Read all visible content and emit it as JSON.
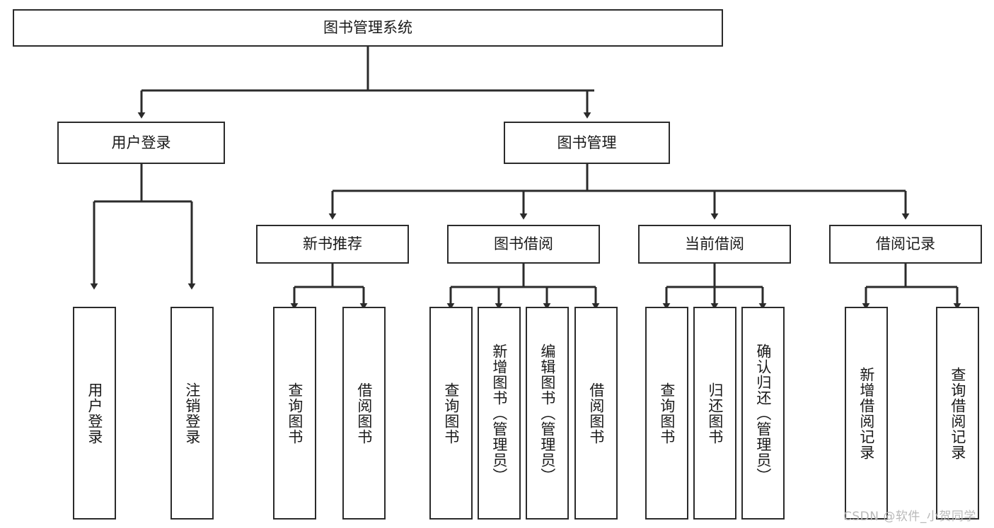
{
  "diagram": {
    "title": "图书管理系统",
    "type": "hierarchy-tree",
    "levels": {
      "root": {
        "label": "图书管理系统"
      },
      "level2": [
        {
          "id": "user-login",
          "label": "用户登录"
        },
        {
          "id": "book-management",
          "label": "图书管理"
        }
      ],
      "level3": [
        {
          "id": "new-book-recommend",
          "label": "新书推荐",
          "parent": "book-management"
        },
        {
          "id": "book-borrow",
          "label": "图书借阅",
          "parent": "book-management"
        },
        {
          "id": "current-borrow",
          "label": "当前借阅",
          "parent": "book-management"
        },
        {
          "id": "borrow-record",
          "label": "借阅记录",
          "parent": "book-management"
        }
      ],
      "leaves": [
        {
          "id": "leaf-user-login",
          "label": "用户登录",
          "parent": "user-login"
        },
        {
          "id": "leaf-logout",
          "label": "注销登录",
          "parent": "user-login"
        },
        {
          "id": "leaf-query-book-1",
          "label": "查询图书",
          "parent": "new-book-recommend"
        },
        {
          "id": "leaf-borrow-book-1",
          "label": "借阅图书",
          "parent": "new-book-recommend"
        },
        {
          "id": "leaf-query-book-2",
          "label": "查询图书",
          "parent": "book-borrow"
        },
        {
          "id": "leaf-add-book",
          "label": "新增图书（管理员）",
          "parent": "book-borrow"
        },
        {
          "id": "leaf-edit-book",
          "label": "编辑图书（管理员）",
          "parent": "book-borrow"
        },
        {
          "id": "leaf-borrow-book-2",
          "label": "借阅图书",
          "parent": "book-borrow"
        },
        {
          "id": "leaf-query-book-3",
          "label": "查询图书",
          "parent": "current-borrow"
        },
        {
          "id": "leaf-return-book",
          "label": "归还图书",
          "parent": "current-borrow"
        },
        {
          "id": "leaf-confirm-return",
          "label": "确认归还（管理员）",
          "parent": "current-borrow"
        },
        {
          "id": "leaf-add-record",
          "label": "新增借阅记录",
          "parent": "borrow-record"
        },
        {
          "id": "leaf-query-record",
          "label": "查询借阅记录",
          "parent": "borrow-record"
        }
      ]
    },
    "colors": {
      "stroke": "#2b2b2b",
      "fill": "#ffffff",
      "text": "#1a1a1a",
      "watermark": "#b9b9b9"
    }
  },
  "watermark": {
    "text": "CSDN @软件_小贺同学"
  }
}
